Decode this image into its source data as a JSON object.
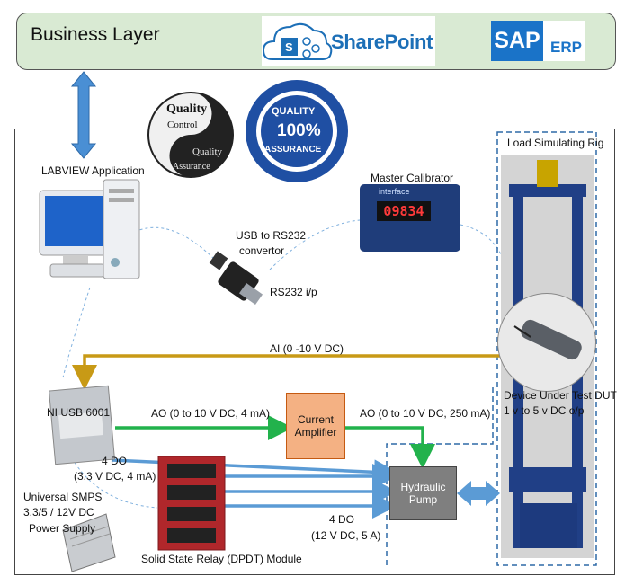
{
  "business_layer": {
    "title": "Business Layer",
    "sharepoint_label": "SharePoint",
    "sap_label": "SAP",
    "erp_label": "ERP"
  },
  "badges": {
    "qc_line1": "Quality",
    "qc_line2": "Control",
    "qc_line3": "Quality",
    "qc_line4": "Assurance",
    "qa_line1": "QUALITY",
    "qa_line2": "100%",
    "qa_line3": "ASSURANCE"
  },
  "labels": {
    "labview": "LABVIEW Application",
    "master_calibrator": "Master Calibrator",
    "calibrator_display": "09834",
    "calibrator_brand": "interface",
    "usb_rs232_line1": "USB to RS232",
    "usb_rs232_line2": "convertor",
    "rs232": "RS232 i/p",
    "load_rig": "Load Simulating Rig",
    "ai_signal": "AI (0 -10 V DC)",
    "ni_usb": "NI USB 6001",
    "ao_small": "AO (0 to 10 V DC, 4 mA)",
    "current_amplifier": "Current Amplifier",
    "ao_large": "AO (0 to 10 V DC, 250 mA)",
    "dut_line1": "Device Under Test DUT",
    "dut_line2": "1 v to 5 v DC o/p",
    "do_top_line1": "4 DO",
    "do_top_line2": "(3.3 V DC, 4 mA)",
    "hydraulic_pump": "Hydraulic Pump",
    "smps_line1": "Universal SMPS",
    "smps_line2": "3.3/5 / 12V  DC",
    "smps_line3": "Power Supply",
    "do_bottom_line1": "4 DO",
    "do_bottom_line2": "(12 V DC, 5 A)",
    "relay_module": "Solid State Relay (DPDT) Module"
  },
  "colors": {
    "business_fill": "#d9ead3",
    "ai_line": "#c89a16",
    "ao_line": "#22b24c",
    "do_line": "#5b9bd5",
    "amplifier_fill": "#f4b183",
    "pump_fill": "#7f7f7f",
    "link_arrow": "#4a8fd4"
  }
}
